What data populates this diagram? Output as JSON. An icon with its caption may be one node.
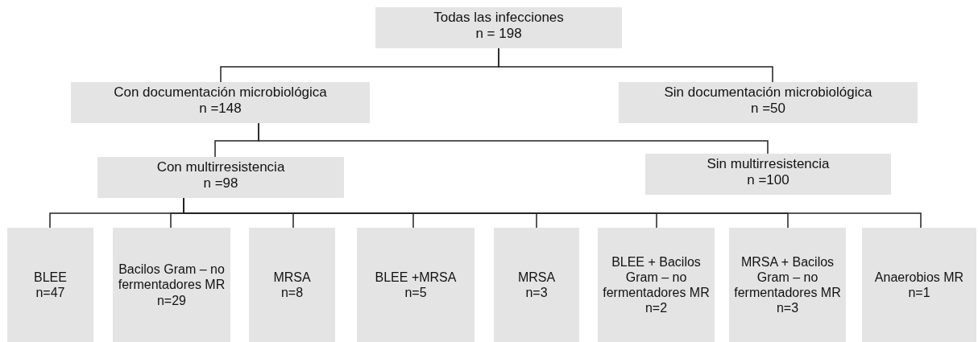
{
  "diagram": {
    "nodes": [
      {
        "text": [
          "Todas las infecciones",
          "n = 198"
        ]
      },
      {
        "text": [
          "Con documentación microbiológica",
          "n =148"
        ]
      },
      {
        "text": [
          "Sin documentación microbiológica",
          "n =50"
        ]
      },
      {
        "text": [
          "Con multirresistencia",
          "n =98"
        ]
      },
      {
        "text": [
          "Sin multirresistencia",
          "n =100"
        ]
      },
      {
        "text": [
          "BLEE",
          "n=47"
        ]
      },
      {
        "text": [
          "Bacilos Gram – no fermentadores MR",
          "n=29"
        ]
      },
      {
        "text": [
          "MRSA",
          "n=8"
        ]
      },
      {
        "text": [
          "BLEE +MRSA",
          "n=5"
        ]
      },
      {
        "text": [
          "MRSA",
          "n=3"
        ]
      },
      {
        "text": [
          "BLEE + Bacilos Gram – no fermentadores MR",
          "n=2"
        ]
      },
      {
        "text": [
          "MRSA + Bacilos Gram – no fermentadores MR",
          "n=3"
        ]
      },
      {
        "text": [
          "Anaerobios MR",
          "n=1"
        ]
      }
    ],
    "edges": [
      {
        "from": 0,
        "to": 1,
        "arrow": "none"
      },
      {
        "from": 0,
        "to": 2,
        "arrow": "none"
      },
      {
        "from": 1,
        "to": 3,
        "arrow": "none"
      },
      {
        "from": 1,
        "to": 4,
        "arrow": "none"
      },
      {
        "from": 3,
        "to": 5,
        "arrow": "none"
      },
      {
        "from": 3,
        "to": 6,
        "arrow": "none"
      },
      {
        "from": 3,
        "to": 7,
        "arrow": "none"
      },
      {
        "from": 3,
        "to": 8,
        "arrow": "none"
      },
      {
        "from": 3,
        "to": 9,
        "arrow": "none"
      },
      {
        "from": 3,
        "to": 10,
        "arrow": "none"
      },
      {
        "from": 3,
        "to": 11,
        "arrow": "none"
      },
      {
        "from": 3,
        "to": 12,
        "arrow": "none"
      }
    ]
  }
}
